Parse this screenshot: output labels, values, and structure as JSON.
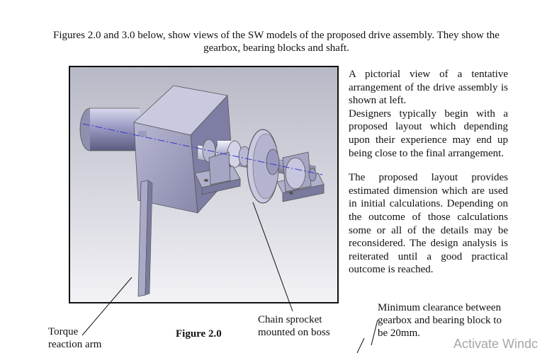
{
  "intro": "Figures 2.0 and 3.0 below, show views of the SW models of the proposed drive assembly. They show the gearbox, bearing blocks and shaft.",
  "side_text": {
    "p1": "A pictorial view of a tentative arrangement of the drive assembly is shown at left.",
    "p2": "Designers typically begin with a proposed layout which depending upon their experience may end up being close to the final arrangement.",
    "p3": "The proposed layout provides estimated dimension which are used in initial calculations. Depending on the outcome of those calculations some or all of the details may be reconsidered. The design analysis is reiterated until a good practical outcome is reached."
  },
  "labels": {
    "torque_line1": "Torque",
    "torque_line2": "reaction arm",
    "figure_title": "Figure 2.0",
    "sprocket_line1": "Chain sprocket",
    "sprocket_line2": "mounted on boss",
    "clearance": "Minimum clearance between gearbox and bearing block to be 20mm."
  },
  "watermark": "Activate Windc"
}
